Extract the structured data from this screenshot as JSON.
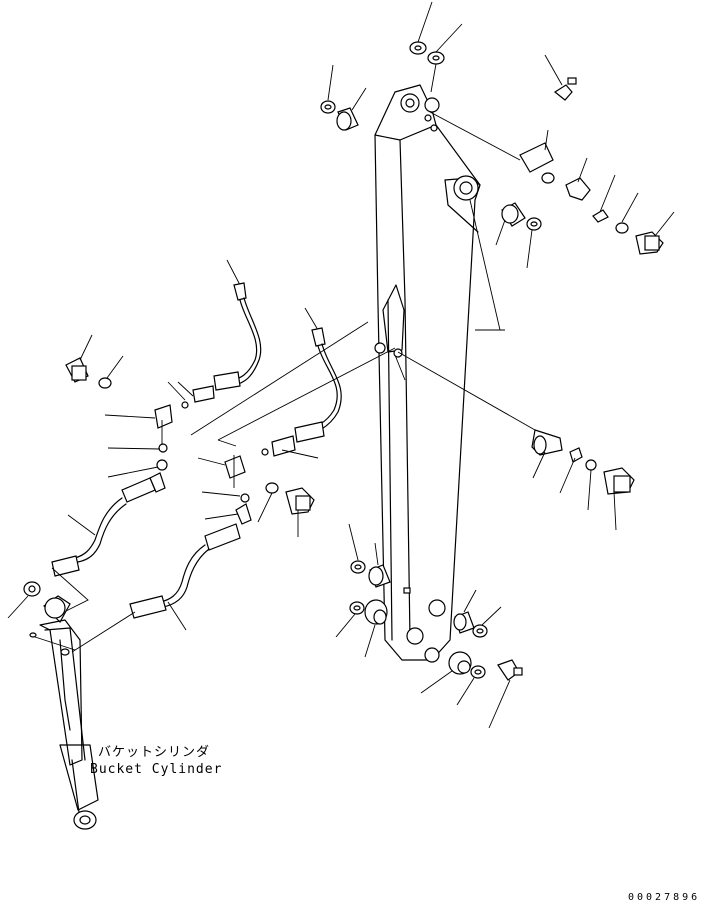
{
  "labels": {
    "bucket_cylinder_jp": "バケットシリンダ",
    "bucket_cylinder_en": "Bucket Cylinder"
  },
  "drawing_code": "00027896"
}
